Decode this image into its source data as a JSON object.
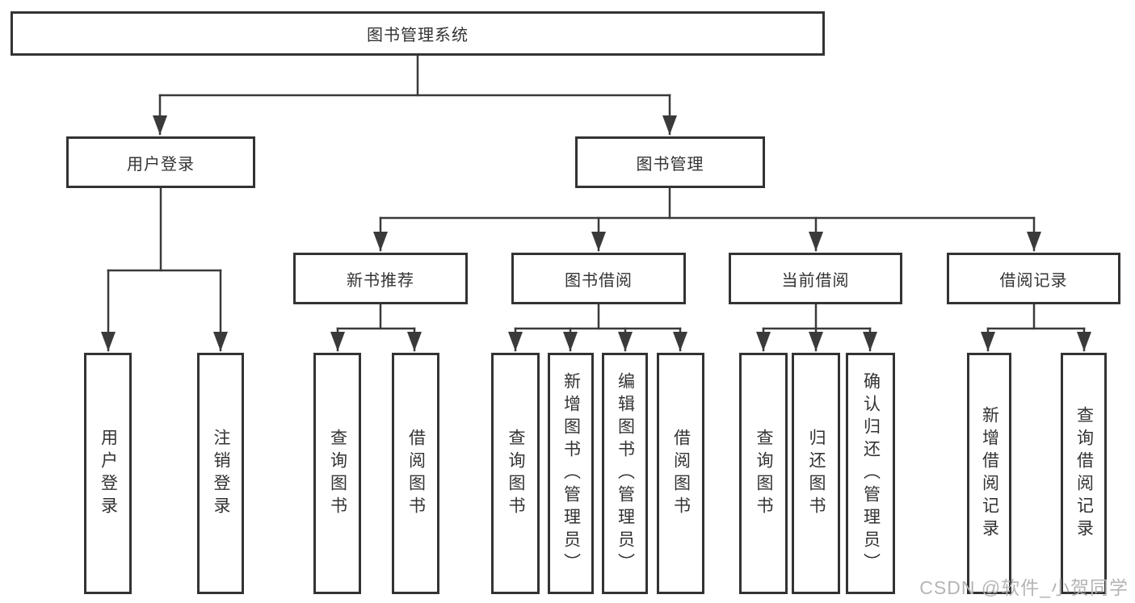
{
  "tree": {
    "root": {
      "label": "图书管理系统"
    },
    "branches": [
      {
        "label": "用户登录",
        "children": [
          "用户登录",
          "注销登录"
        ]
      },
      {
        "label": "图书管理",
        "sections": [
          {
            "label": "新书推荐",
            "children": [
              "查询图书",
              "借阅图书"
            ]
          },
          {
            "label": "图书借阅",
            "children": [
              "查询图书",
              "新增图书（管理员）",
              "编辑图书（管理员）",
              "借阅图书"
            ]
          },
          {
            "label": "当前借阅",
            "children": [
              "查询图书",
              "归还图书",
              "确认归还（管理员）"
            ]
          },
          {
            "label": "借阅记录",
            "children": [
              "新增借阅记录",
              "查询借阅记录"
            ]
          }
        ]
      }
    ]
  },
  "watermark": "CSDN @软件_小贺同学",
  "colors": {
    "background": "#ffffff",
    "line": "#3a3a3a",
    "box_border": "#333333",
    "text": "#333333",
    "watermark": "#b5b5b5"
  }
}
